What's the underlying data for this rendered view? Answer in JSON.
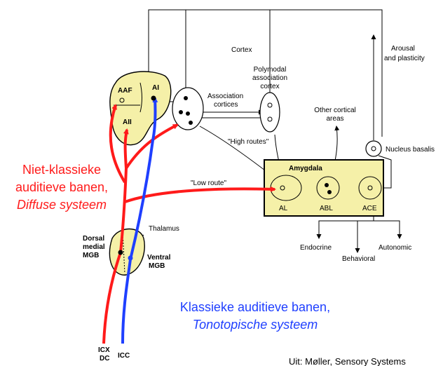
{
  "colors": {
    "non_classical": "#ff1a1a",
    "classical": "#1f3fff",
    "highlight_fill": "#f5f0a8"
  },
  "labels": {
    "cortex": "Cortex",
    "arousal_line1": "Arousal",
    "arousal_line2": "and plasticity",
    "polymodal_line1": "Polymodal",
    "polymodal_line2": "association",
    "polymodal_line3": "cortex",
    "association_line1": "Association",
    "association_line2": "cortices",
    "other_cortical_line1": "Other cortical",
    "other_cortical_line2": "areas",
    "high_routes": "\"High routes\"",
    "nucleus_basalis": "Nucleus basalis",
    "low_route": "\"Low route\"",
    "amygdala": "Amygdala",
    "al": "AL",
    "abl": "ABL",
    "ace": "ACE",
    "aaf": "AAF",
    "ai": "AI",
    "aii": "AII",
    "thalamus": "Thalamus",
    "dorsal_line1": "Dorsal",
    "dorsal_line2": "medial",
    "dorsal_line3": "MGB",
    "ventral_line1": "Ventral",
    "ventral_line2": "MGB",
    "endocrine": "Endocrine",
    "behavioral": "Behavioral",
    "autonomic": "Autonomic",
    "icx": "ICX",
    "dc": "DC",
    "icc": "ICC"
  },
  "annotations": {
    "non_classical_line1": "Niet-klassieke",
    "non_classical_line2": "auditieve banen,",
    "non_classical_line3": "Diffuse systeem",
    "classical_line1": "Klassieke auditieve banen,",
    "classical_line2": "Tonotopische systeem",
    "source": "Uit: Møller, Sensory Systems"
  }
}
